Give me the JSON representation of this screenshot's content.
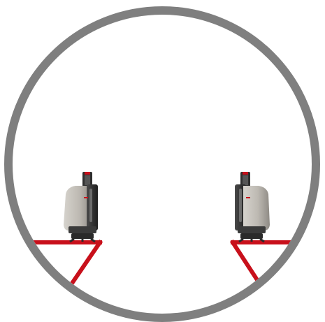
{
  "diagram": {
    "background_color": "#ffffff",
    "ring_color": "#7f7f7f",
    "bracket_color": "#c8101b",
    "scanner_body_color": "#b9b6b0",
    "scanner_dark_color": "#2e2e2e",
    "scanner_accent_color": "#c8101b",
    "scanner_count": 2,
    "bracket_count": 2,
    "icons": [
      "tunnel-ring",
      "laser-scanner",
      "mounting-bracket"
    ]
  }
}
